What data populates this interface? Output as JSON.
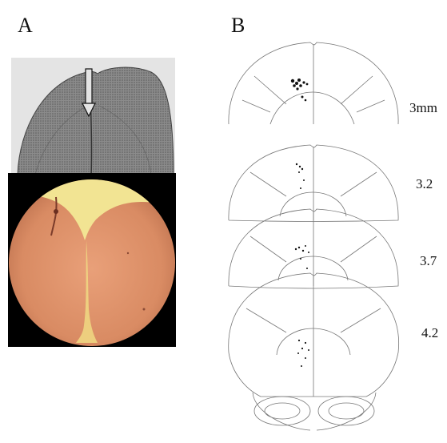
{
  "figure": {
    "panel_a": {
      "label": "A"
    },
    "panel_b": {
      "label": "B",
      "sections": [
        {
          "level": "3mm"
        },
        {
          "level": "3.2"
        },
        {
          "level": "3.7"
        },
        {
          "level": "4.2"
        }
      ]
    }
  }
}
